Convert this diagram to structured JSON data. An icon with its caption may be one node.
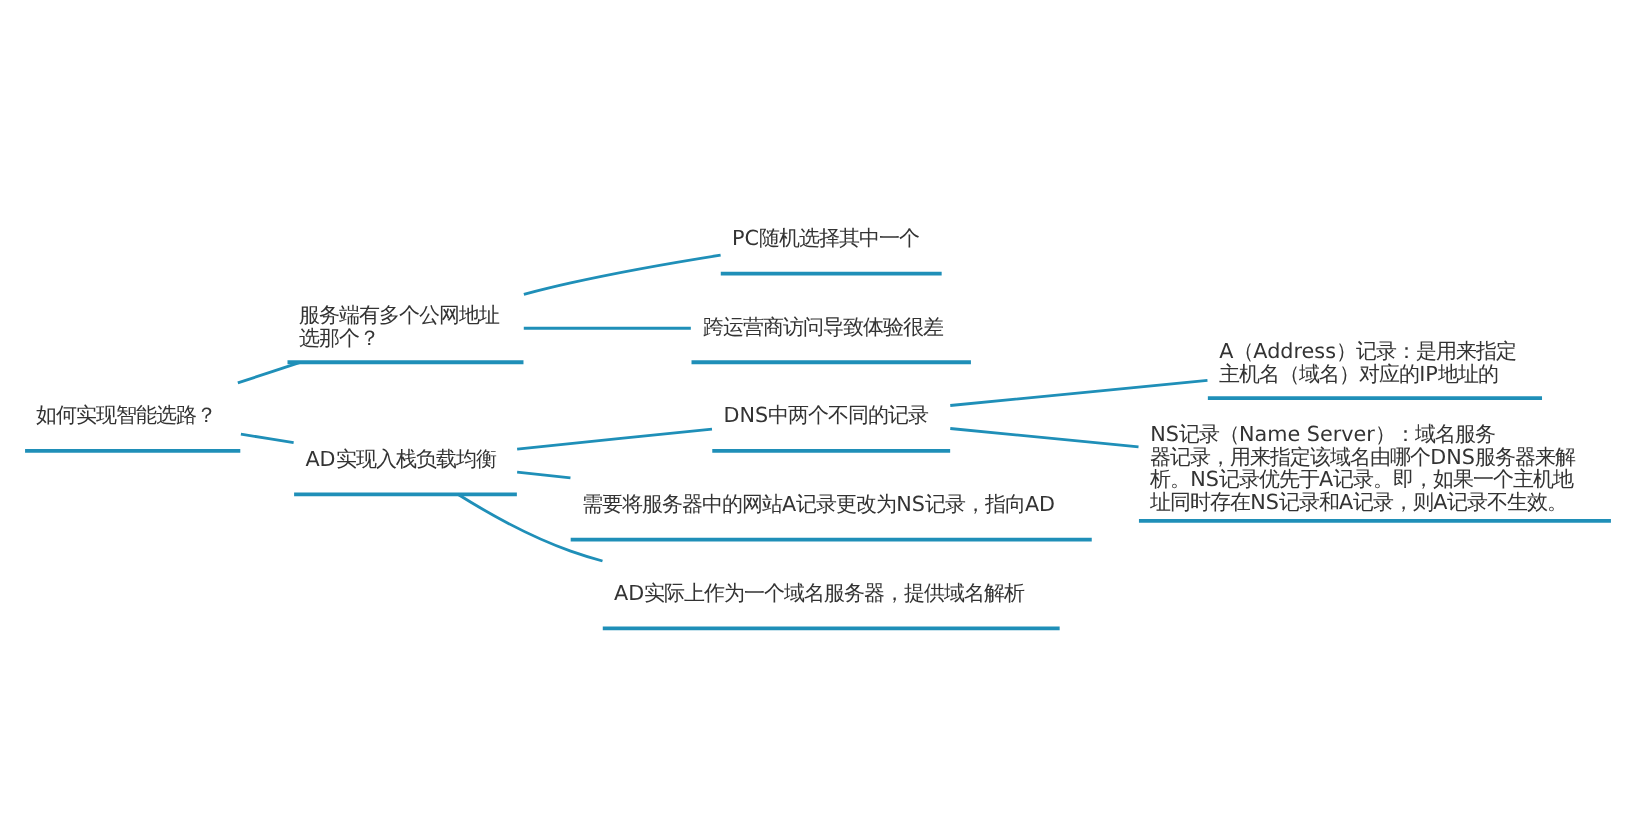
{
  "diagram": {
    "nodes": [
      {
        "text": [
          "如何实现智能选路？"
        ]
      },
      {
        "text": [
          "服务端有多个公网地址选那个？"
        ]
      },
      {
        "text": [
          "PC随机选择其中一个"
        ]
      },
      {
        "text": [
          "跨运营商访问导致体验很差"
        ]
      },
      {
        "text": [
          "AD实现入栈负载均衡"
        ]
      },
      {
        "text": [
          "DNS中两个不同的记录"
        ]
      },
      {
        "text": [
          "A（Address）记录：是用来指定主机名（域名）对应的IP地址的"
        ]
      },
      {
        "text": [
          "NS记录（Name Server）：域名服务器记录，用来指定该域名由哪个DNS服务器来解析。NS记录优先于A记录。即，如果一个主机地址同时存在NS记录和A记录，则A记录不生效。"
        ]
      },
      {
        "text": [
          "需要将服务器中的网站A记录更改为NS记录，指向AD"
        ]
      },
      {
        "text": [
          "AD实际上作为一个域名服务器，提供域名解析"
        ]
      }
    ],
    "edges": [
      {
        "from": 0,
        "to": 1,
        "arrow": "none"
      },
      {
        "from": 0,
        "to": 4,
        "arrow": "none"
      },
      {
        "from": 1,
        "to": 2,
        "arrow": "none"
      },
      {
        "from": 1,
        "to": 3,
        "arrow": "none"
      },
      {
        "from": 4,
        "to": 5,
        "arrow": "none"
      },
      {
        "from": 4,
        "to": 8,
        "arrow": "none"
      },
      {
        "from": 4,
        "to": 9,
        "arrow": "none"
      },
      {
        "from": 5,
        "to": 6,
        "arrow": "none"
      },
      {
        "from": 5,
        "to": 7,
        "arrow": "none"
      }
    ]
  }
}
